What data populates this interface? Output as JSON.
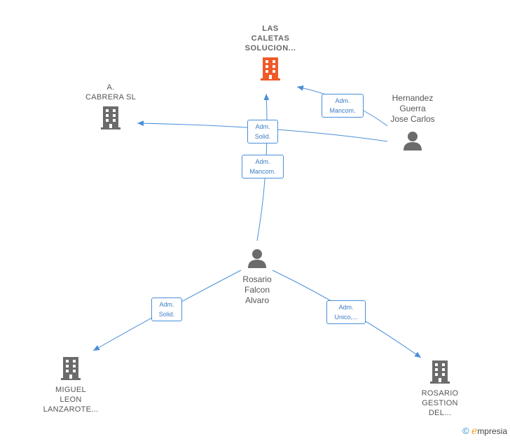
{
  "colors": {
    "edge": "#4a8fd9",
    "main_company_icon": "#f05a28",
    "company_icon": "#6b6b6b",
    "person_icon": "#6b6b6b"
  },
  "nodes": {
    "las_caletas": {
      "label": "LAS\nCALETAS\nSOLUCION...",
      "icon": "building-icon"
    },
    "cabrera": {
      "label": "A.\nCABRERA  SL",
      "icon": "building-icon"
    },
    "hernandez": {
      "label": "Hernandez\nGuerra\nJose Carlos",
      "icon": "person-icon"
    },
    "rosario_falcon": {
      "label": "Rosario\nFalcon\nAlvaro",
      "icon": "person-icon"
    },
    "miguel_leon": {
      "label": "MIGUEL\nLEON\nLANZAROTE...",
      "icon": "building-icon"
    },
    "rosario_gestion": {
      "label": "ROSARIO\nGESTION\nDEL...",
      "icon": "building-icon"
    }
  },
  "roles": {
    "hernandez_caletas": "Adm.\nMancom.",
    "hernandez_cabrera": "Adm.\nSolid.",
    "rosario_caletas": "Adm.\nMancom.",
    "rosario_miguel": "Adm.\nSolid.",
    "rosario_gestion": "Adm.\nUnico,..."
  },
  "watermark": {
    "symbol": "©",
    "brand_initial": "e",
    "brand_rest": "mpresia"
  }
}
